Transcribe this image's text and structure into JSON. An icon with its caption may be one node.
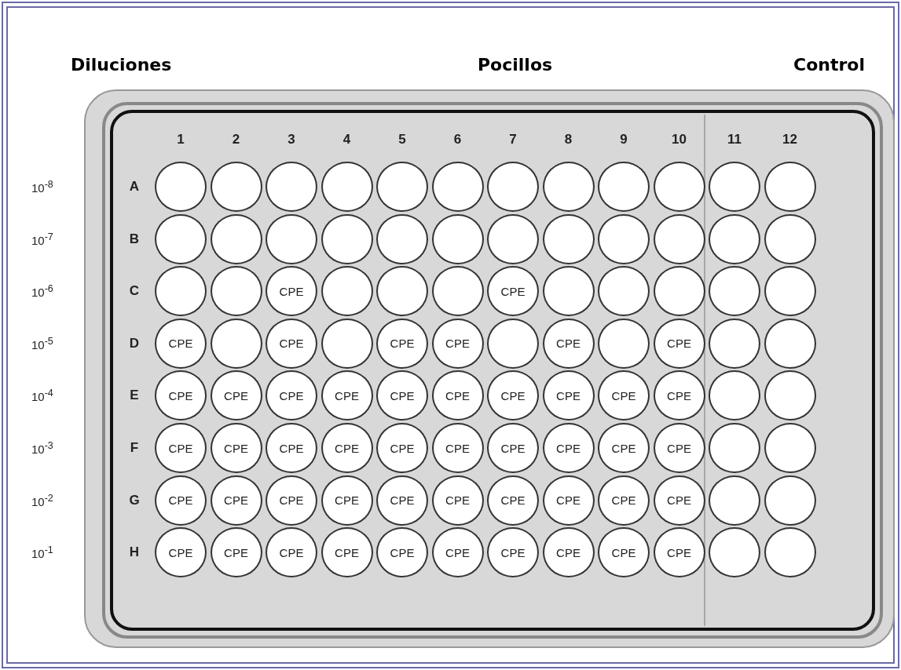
{
  "diagram": {
    "nodes": [
      {
        "text": [],
        "shape": "circle"
      },
      {
        "text": [],
        "shape": "circle"
      },
      {
        "text": [],
        "shape": "circle"
      },
      {
        "text": [],
        "shape": "circle"
      },
      {
        "text": [],
        "shape": "circle"
      },
      {
        "text": [],
        "shape": "circle"
      },
      {
        "text": [],
        "shape": "circle"
      },
      {
        "text": [],
        "shape": "circle"
      },
      {
        "text": [],
        "shape": "circle"
      },
      {
        "text": [],
        "shape": "circle"
      },
      {
        "text": [],
        "shape": "circle"
      },
      {
        "text": [],
        "shape": "circle"
      },
      {
        "text": [],
        "shape": "circle"
      },
      {
        "text": [],
        "shape": "circle"
      },
      {
        "text": [],
        "shape": "circle"
      },
      {
        "text": [],
        "shape": "circle"
      },
      {
        "text": [],
        "shape": "circle"
      },
      {
        "text": [],
        "shape": "circle"
      },
      {
        "text": [],
        "shape": "circle"
      },
      {
        "text": [],
        "shape": "circle"
      },
      {
        "text": [],
        "shape": "circle"
      },
      {
        "text": [],
        "shape": "circle"
      },
      {
        "text": [],
        "shape": "circle"
      },
      {
        "text": [],
        "shape": "circle"
      },
      {
        "text": [],
        "shape": "circle"
      },
      {
        "text": [],
        "shape": "circle"
      },
      {
        "text": [
          "CPE"
        ]
      },
      {
        "text": [],
        "shape": "circle"
      },
      {
        "text": [],
        "shape": "circle"
      },
      {
        "text": [],
        "shape": "circle"
      },
      {
        "text": [
          "CPE"
        ]
      },
      {
        "text": [],
        "shape": "circle"
      },
      {
        "text": [],
        "shape": "circle"
      },
      {
        "text": [],
        "shape": "circle"
      },
      {
        "text": [],
        "shape": "circle"
      },
      {
        "text": [],
        "shape": "circle"
      },
      {
        "text": [
          "CPE"
        ]
      },
      {
        "text": [],
        "shape": "circle"
      },
      {
        "text": [
          "CPE"
        ]
      },
      {
        "text": [],
        "shape": "circle"
      },
      {
        "text": [
          "CPE"
        ]
      },
      {
        "text": [
          "CPE"
        ]
      },
      {
        "text": [],
        "shape": "circle"
      },
      {
        "text": [
          "CPE"
        ]
      },
      {
        "text": [],
        "shape": "circle"
      },
      {
        "text": [
          "CPE"
        ]
      },
      {
        "text": [],
        "shape": "circle"
      },
      {
        "text": [],
        "shape": "circle"
      },
      {
        "text": [
          "CPE"
        ]
      },
      {
        "text": [
          "CPE"
        ]
      },
      {
        "text": [
          "CPE"
        ]
      },
      {
        "text": [
          "CPE"
        ]
      },
      {
        "text": [
          "CPE"
        ]
      },
      {
        "text": [
          "CPE"
        ]
      },
      {
        "text": [
          "CPE"
        ]
      },
      {
        "text": [
          "CPE"
        ]
      },
      {
        "text": [
          "CPE"
        ]
      },
      {
        "text": [
          "CPE"
        ]
      },
      {
        "text": [],
        "shape": "circle"
      },
      {
        "text": [],
        "shape": "circle"
      },
      {
        "text": [
          "CPE"
        ]
      },
      {
        "text": [
          "CPE"
        ]
      },
      {
        "text": [
          "CPE"
        ]
      },
      {
        "text": [
          "CPE"
        ]
      },
      {
        "text": [
          "CPE"
        ]
      },
      {
        "text": [
          "CPE"
        ]
      },
      {
        "text": [
          "CPE"
        ]
      },
      {
        "text": [
          "CPE"
        ]
      },
      {
        "text": [
          "CPE"
        ]
      },
      {
        "text": [
          "CPE"
        ]
      },
      {
        "text": [],
        "shape": "circle"
      },
      {
        "text": [],
        "shape": "circle"
      },
      {
        "text": [
          "CPE"
        ]
      },
      {
        "text": [
          "CPE"
        ]
      },
      {
        "text": [
          "CPE"
        ]
      },
      {
        "text": [
          "CPE"
        ]
      },
      {
        "text": [
          "CPE"
        ]
      },
      {
        "text": [
          "CPE"
        ]
      },
      {
        "text": [
          "CPE"
        ]
      },
      {
        "text": [
          "CPE"
        ]
      },
      {
        "text": [
          "CPE"
        ]
      },
      {
        "text": [
          "CPE"
        ]
      },
      {
        "text": [],
        "shape": "circle"
      },
      {
        "text": [],
        "shape": "circle"
      },
      {
        "text": [
          "CPE"
        ]
      },
      {
        "text": [
          "CPE"
        ]
      },
      {
        "text": [
          "CPE"
        ]
      },
      {
        "text": [
          "CPE"
        ]
      },
      {
        "text": [
          "CPE"
        ]
      },
      {
        "text": [
          "CPE"
        ]
      },
      {
        "text": [
          "CPE"
        ]
      },
      {
        "text": [
          "CPE"
        ]
      },
      {
        "text": [
          "CPE"
        ]
      },
      {
        "text": [
          "CPE"
        ]
      },
      {
        "text": [],
        "shape": "circle"
      },
      {
        "text": [],
        "shape": "circle"
      }
    ],
    "labels": [
      "Diluciones",
      "Pocillos",
      "Control",
      "1",
      "2",
      "3",
      "4",
      "5",
      "6",
      "7",
      "8",
      "9",
      "10",
      "11",
      "12",
      "10$^{-8}$",
      "A",
      "10$^{-7}$",
      "B",
      "10$^{-6}$",
      "C",
      "10$^{-5}$",
      "D",
      "10$^{-4}$",
      "E",
      "10$^{-3}$",
      "F",
      "10$^{-2}$",
      "G",
      "10$^{-1}$",
      "H"
    ]
  }
}
